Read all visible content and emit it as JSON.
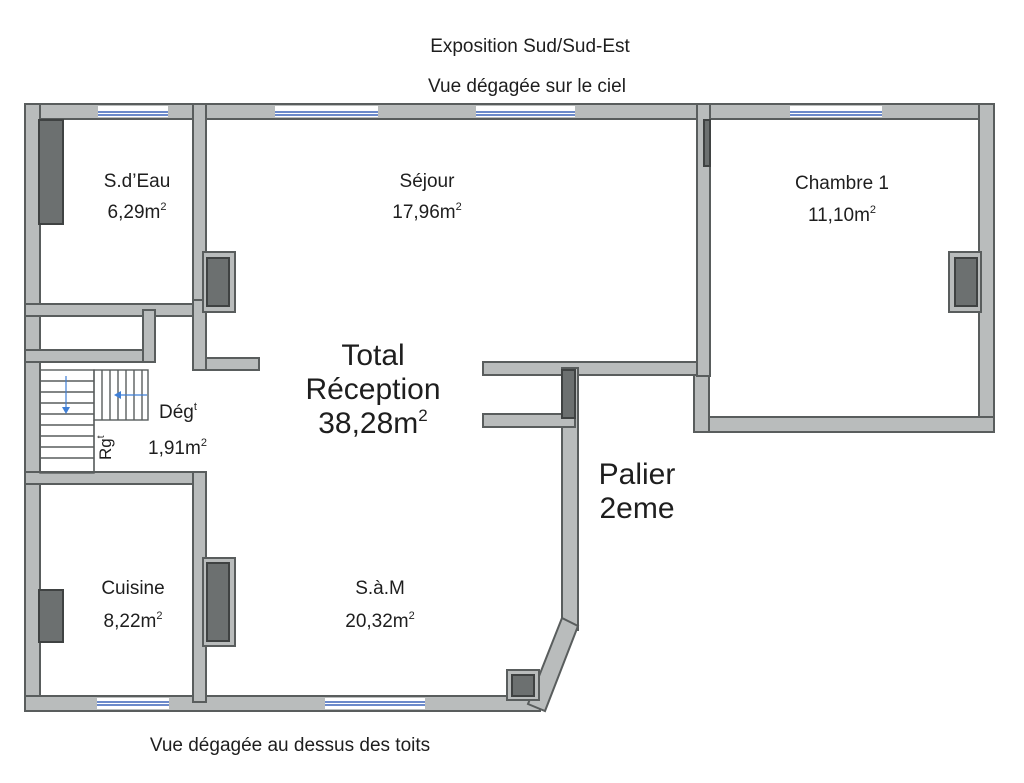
{
  "header": {
    "exposure": "Exposition Sud/Sud-Est",
    "view_top": "Vue dégagée sur le ciel"
  },
  "footer": {
    "view_bottom": "Vue dégagée au dessus des toits"
  },
  "rooms": {
    "sdeau": {
      "name": "S.d’Eau",
      "area_value": "6,29m",
      "area_unit": "2"
    },
    "sejour": {
      "name": "Séjour",
      "area_value": "17,96m",
      "area_unit": "2"
    },
    "chambre": {
      "name": "Chambre 1",
      "area_value": "11,10m",
      "area_unit": "2"
    },
    "deg": {
      "name": "Dég",
      "name_sup": "t",
      "area_value": "1,91m",
      "area_unit": "2"
    },
    "cuisine": {
      "name": "Cuisine",
      "area_value": "8,22m",
      "area_unit": "2"
    },
    "sam": {
      "name": "S.à.M",
      "area_value": "20,32m",
      "area_unit": "2"
    }
  },
  "total": {
    "line1": "Total",
    "line2": "Réception",
    "area_value": "38,28m",
    "area_unit": "2"
  },
  "palier": {
    "line1": "Palier",
    "line2": "2eme"
  },
  "storage": {
    "label": "Rg",
    "label_sup": "t"
  },
  "colors": {
    "wall": "#b9bcbc",
    "duct": "#6c7070",
    "window": "#3c63b8",
    "stair_arrow": "#3f7fd6"
  }
}
